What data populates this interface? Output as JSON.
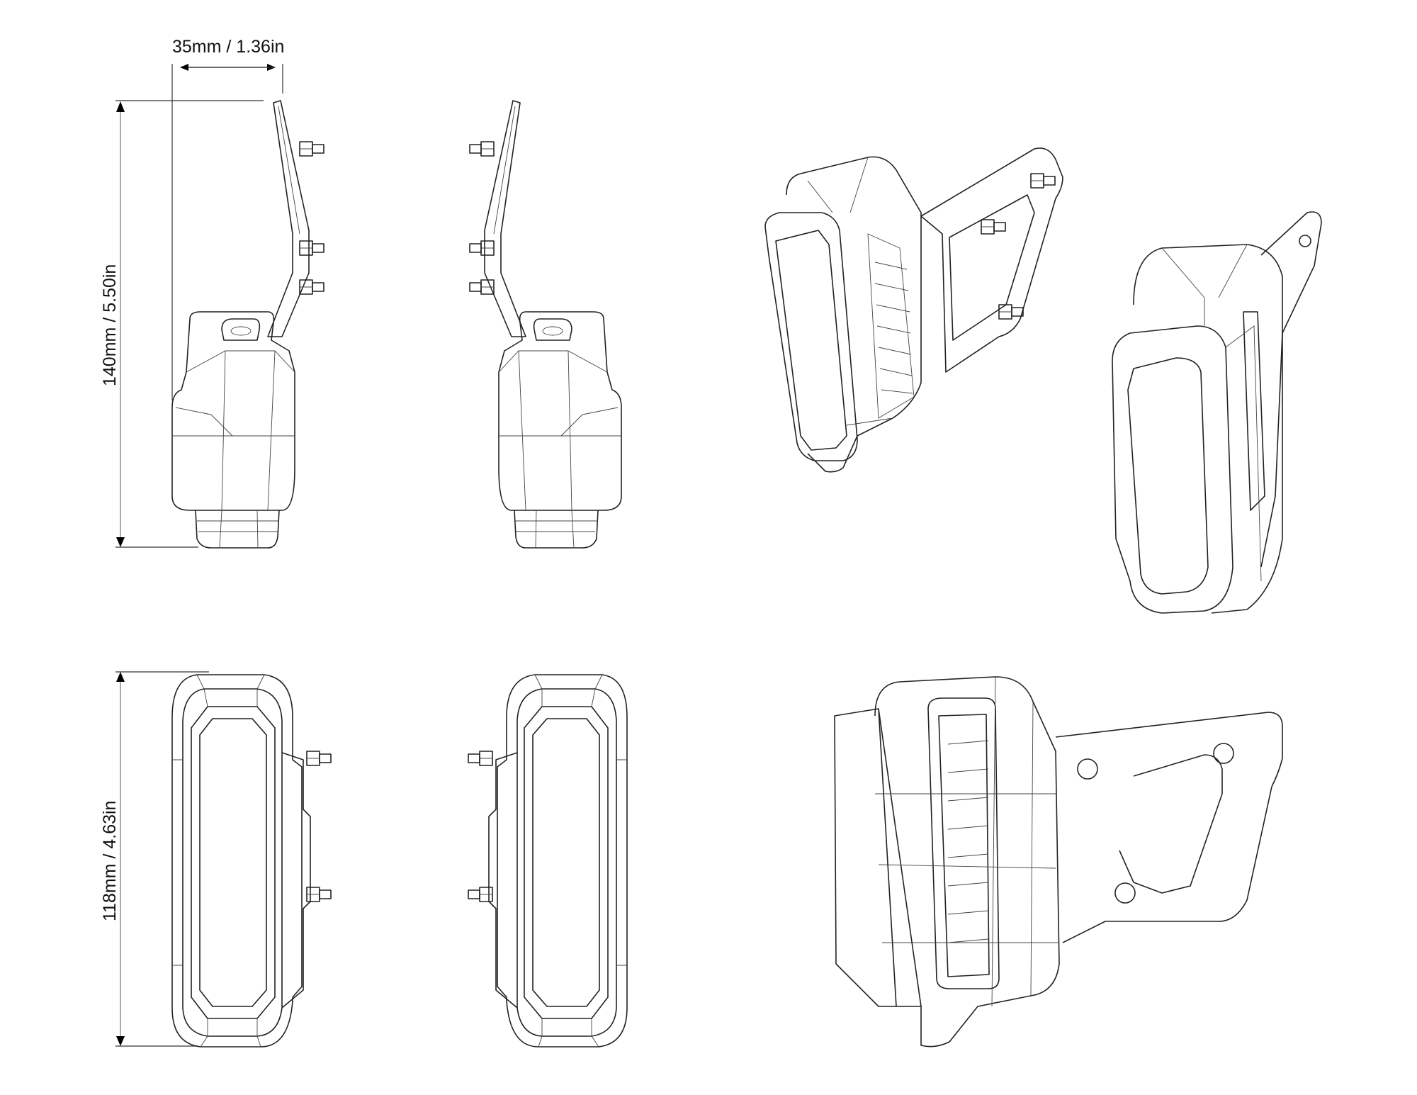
{
  "dimensions": {
    "width_label": "35mm / 1.36in",
    "height_label": "140mm / 5.50in",
    "front_height_label": "118mm / 4.63in"
  },
  "colors": {
    "line": "#222222",
    "background": "#ffffff"
  }
}
